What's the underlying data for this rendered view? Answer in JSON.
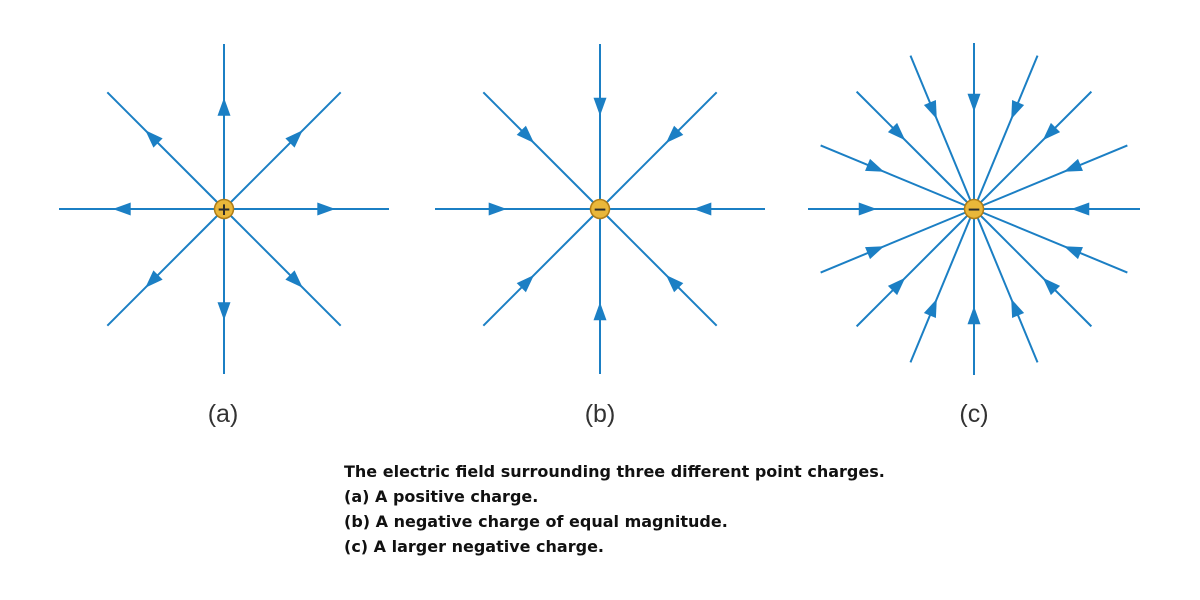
{
  "colors": {
    "field_line": "#1b7fc4",
    "charge_fill": "#e9b73a",
    "charge_stroke": "#b07d17",
    "charge_symbol": "#2b2b2b",
    "label_text": "#333333",
    "caption_text": "#111111"
  },
  "panels": [
    {
      "label": "(a)",
      "charge_sign": "+",
      "field_direction": "outward",
      "line_count": 8
    },
    {
      "label": "(b)",
      "charge_sign": "−",
      "field_direction": "inward",
      "line_count": 8
    },
    {
      "label": "(c)",
      "charge_sign": "−",
      "field_direction": "inward",
      "line_count": 16
    }
  ],
  "caption": {
    "lines": [
      "The electric field surrounding three different point charges.",
      "(a) A positive charge.",
      "(b) A negative charge of equal magnitude.",
      "(c) A larger negative charge."
    ]
  }
}
